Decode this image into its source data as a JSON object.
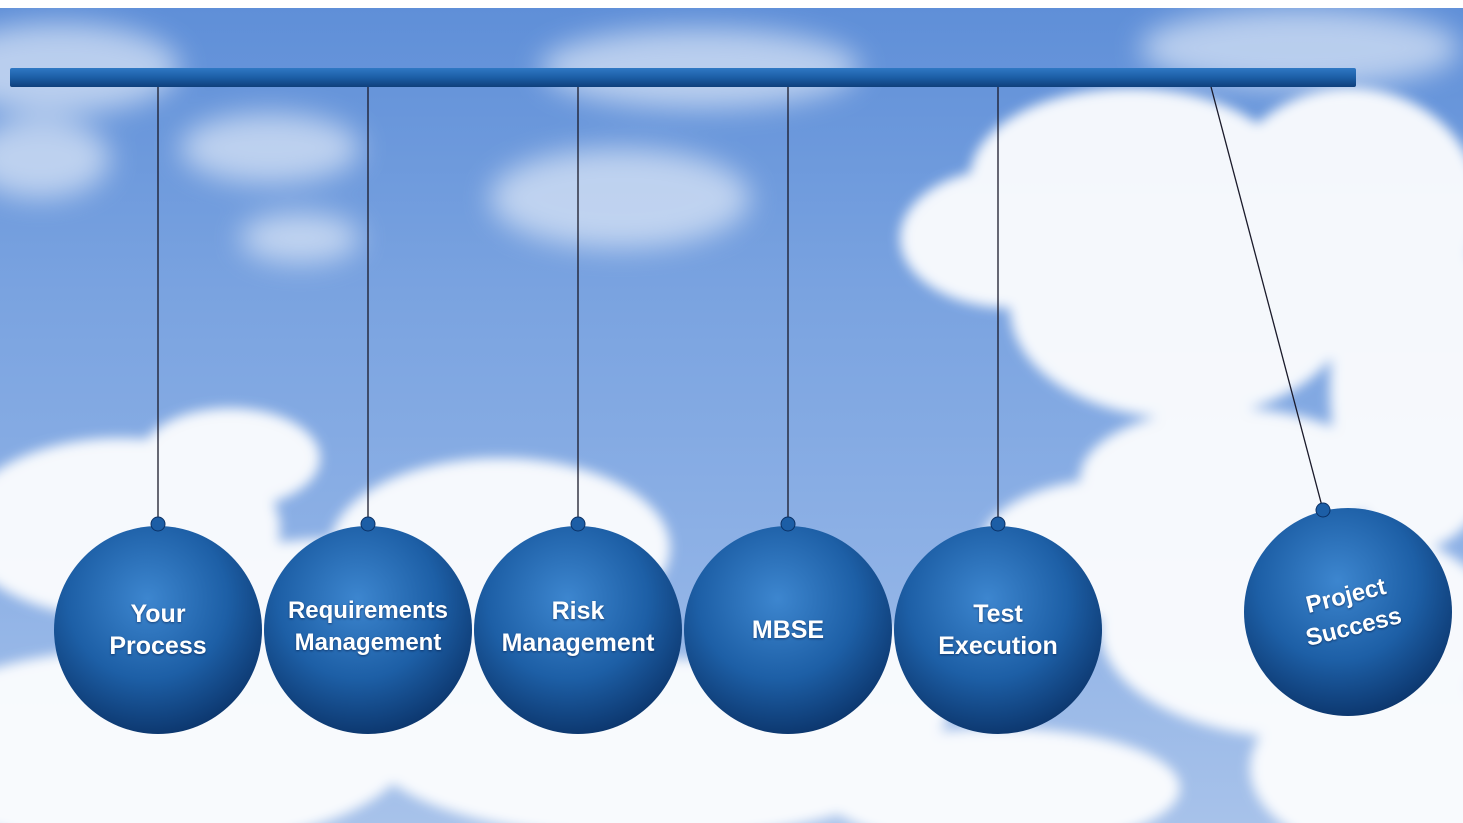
{
  "diagram": {
    "balls": [
      {
        "id": "your-process",
        "line1": "Your",
        "line2": "Process"
      },
      {
        "id": "requirements-management",
        "line1": "Requirements",
        "line2": "Management"
      },
      {
        "id": "risk-management",
        "line1": "Risk",
        "line2": "Management"
      },
      {
        "id": "mbse",
        "line1": "MBSE",
        "line2": ""
      },
      {
        "id": "test-execution",
        "line1": "Test",
        "line2": "Execution"
      },
      {
        "id": "project-success",
        "line1": "Project",
        "line2": "Success"
      }
    ],
    "colors": {
      "bar": "#1c5ea6",
      "ball_highlight": "#3d86cf",
      "ball_base": "#134f90",
      "ball_shadow": "#0a3166",
      "string": "#1a1a2a"
    }
  }
}
